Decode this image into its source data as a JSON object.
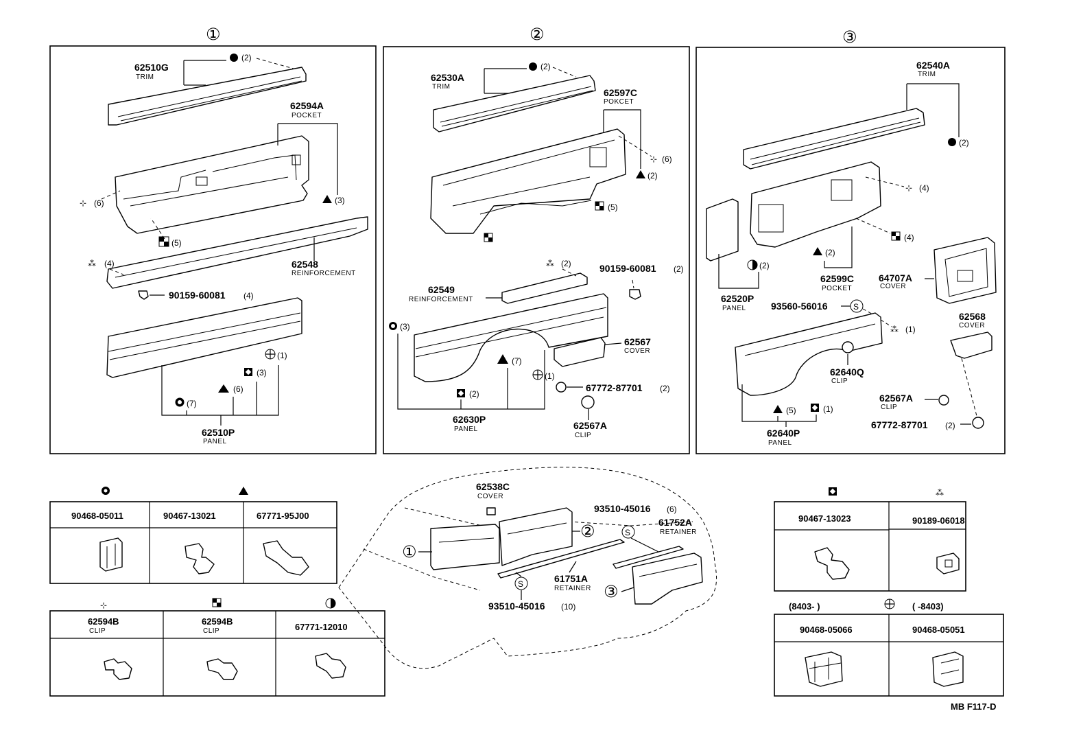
{
  "sections": {
    "s1": {
      "number": "①"
    },
    "s2": {
      "number": "②"
    },
    "s3": {
      "number": "③"
    }
  },
  "panel1": {
    "trim_pn": "62510G",
    "trim_name": "TRIM",
    "trim_qty": "(2)",
    "pocket_pn": "62594A",
    "pocket_name": "POCKET",
    "pocket_qty": "(3)",
    "clip6_qty": "(6)",
    "clip5_qty": "(5)",
    "reinf_pn": "62548",
    "reinf_name": "REINFORCEMENT",
    "reinf_qty": "(4)",
    "screw_pn": "90159-60081",
    "screw_qty": "(4)",
    "panel_pn": "62510P",
    "panel_name": "PANEL",
    "q7": "(7)",
    "q6": "(6)",
    "q3": "(3)",
    "q1": "(1)"
  },
  "panel2": {
    "trim_pn": "62530A",
    "trim_name": "TRIM",
    "trim_qty": "(2)",
    "pocket_pn": "62597C",
    "pocket_name": "POKCET",
    "clip6_qty": "(6)",
    "tri_qty": "(2)",
    "clip5_qty": "(5)",
    "reinf_pn": "62549",
    "reinf_name": "REINFORCEMENT",
    "reinf_qty": "(2)",
    "screw_pn": "90159-60081",
    "screw_qty": "(2)",
    "panel_left_qty": "(3)",
    "tri7_qty": "(7)",
    "plus_qty": "(1)",
    "sq_qty": "(2)",
    "cover_pn": "62567",
    "cover_name": "COVER",
    "bolt_pn": "67772-87701",
    "bolt_qty": "(2)",
    "clip_pn": "62567A",
    "clip_name": "CLIP",
    "panel_pn": "62630P",
    "panel_name": "PANEL"
  },
  "panel3": {
    "trim_pn": "62540A",
    "trim_name": "TRIM",
    "trim_qty": "(2)",
    "clip4_qty": "(4)",
    "clip4b_qty": "(4)",
    "pocket_pn": "62599C",
    "pocket_name": "POCKET",
    "tri_qty": "(2)",
    "half_qty": "(2)",
    "spanel_pn": "62520P",
    "spanel_name": "PANEL",
    "cover_pn": "64707A",
    "cover_name": "COVER",
    "s_pn": "93560-56016",
    "tri3_qty": "(1)",
    "cover2_pn": "62568",
    "cover2_name": "COVER",
    "clipq_pn": "62640Q",
    "clipq_name": "CLIP",
    "clipa_pn": "62567A",
    "clipa_name": "CLIP",
    "bolt_pn": "67772-87701",
    "bolt_qty": "(2)",
    "tri5_qty": "(5)",
    "sq1_qty": "(1)",
    "panel_pn": "62640P",
    "panel_name": "PANEL"
  },
  "vehicle": {
    "cover_pn": "62538C",
    "cover_name": "COVER",
    "s_top_pn": "93510-45016",
    "s_top_qty": "(6)",
    "ret2_pn": "61752A",
    "ret2_name": "RETAINER",
    "ret1_pn": "61751A",
    "ret1_name": "RETAINER",
    "s_bottom_pn": "93510-45016",
    "s_bottom_qty": "(10)",
    "label1": "①",
    "label2": "②",
    "label3": "③"
  },
  "legend_left_top": {
    "parts": [
      "90468-05011",
      "90467-13021",
      "67771-95J00"
    ]
  },
  "legend_left_bottom": {
    "parts": [
      {
        "pn": "62594B",
        "name": "CLIP"
      },
      {
        "pn": "62594B",
        "name": "CLIP"
      },
      {
        "pn": "67771-12010",
        "name": ""
      }
    ]
  },
  "legend_right_top": {
    "parts": [
      "90467-13023",
      "90189-06018"
    ]
  },
  "legend_right_bottom": {
    "left_range": "(8403-      )",
    "right_range": "(      -8403)",
    "parts": [
      "90468-05066",
      "90468-05051"
    ]
  },
  "footer": {
    "code": "MB F117-D"
  }
}
